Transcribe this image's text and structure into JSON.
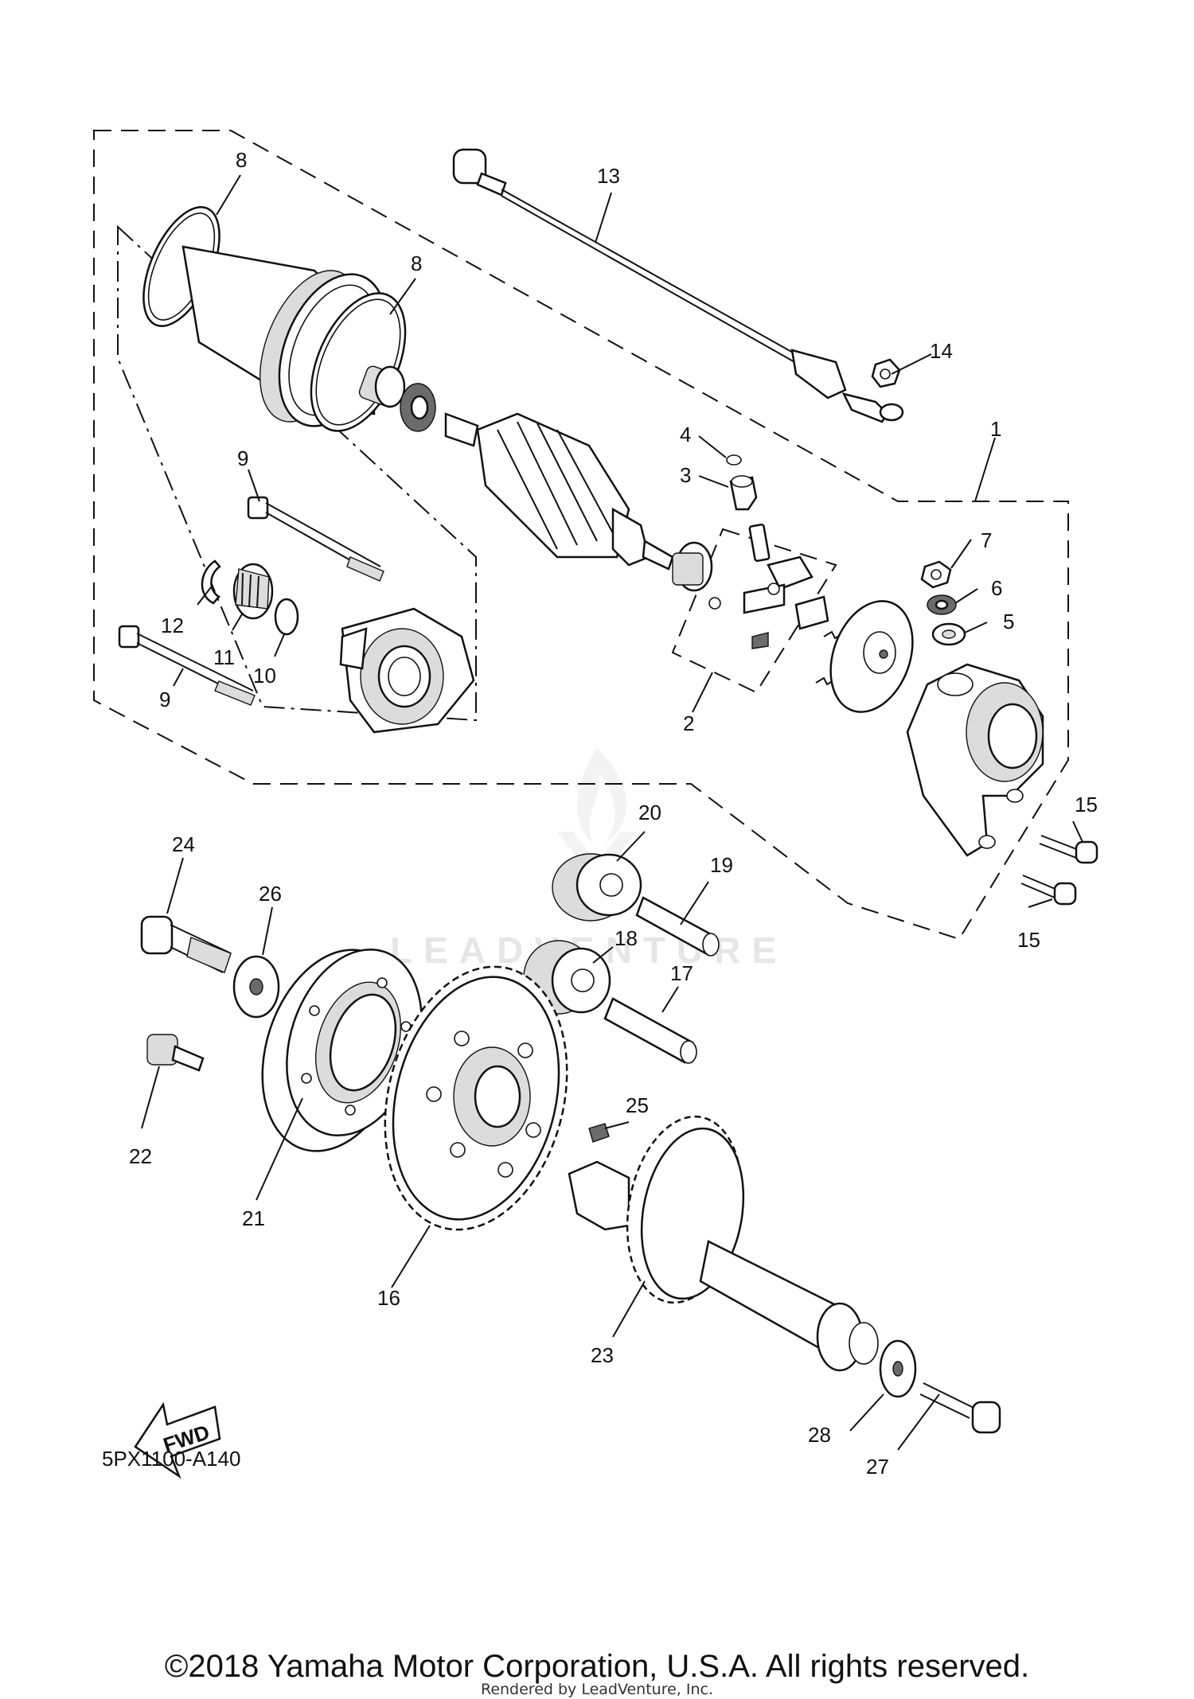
{
  "diagram": {
    "watermark": "LEADVENTURE",
    "fwd_label": "FWD",
    "code": "5PX1100-A140",
    "copyright": "©2018 Yamaha Motor Corporation, U.S.A. All rights reserved.",
    "rendered_by": "Rendered by LeadVenture, Inc."
  },
  "callouts": [
    "1",
    "2",
    "3",
    "4",
    "5",
    "6",
    "7",
    "8",
    "8",
    "9",
    "9",
    "10",
    "11",
    "12",
    "13",
    "14",
    "15",
    "15",
    "16",
    "17",
    "18",
    "19",
    "20",
    "21",
    "22",
    "23",
    "24",
    "25",
    "26",
    "27",
    "28"
  ]
}
